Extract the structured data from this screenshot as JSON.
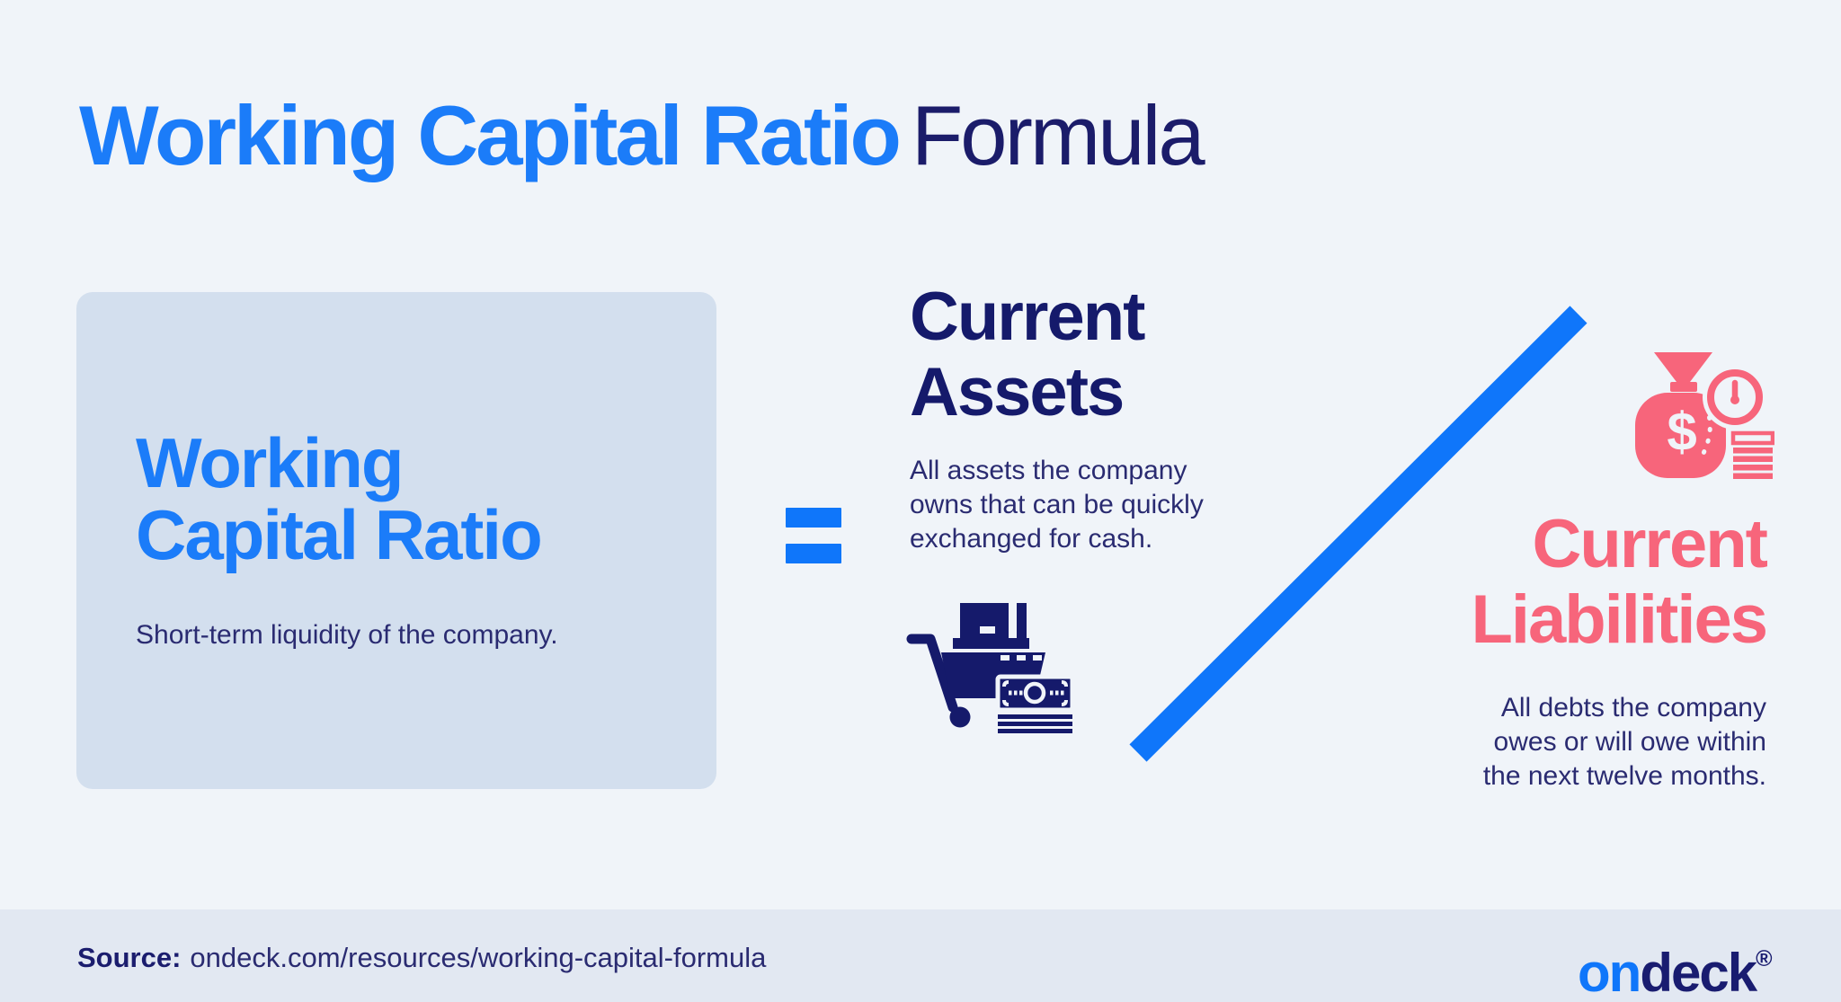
{
  "page": {
    "title_highlight": "Working Capital Ratio",
    "title_rest": "Formula"
  },
  "definition_card": {
    "heading_line1": "Working",
    "heading_line2": "Capital Ratio",
    "description": "Short-term liquidity of the company."
  },
  "formula": {
    "equals_sign": "=",
    "divide_sign": "/",
    "current_assets": {
      "heading_line1": "Current",
      "heading_line2": "Assets",
      "description_line1": "All assets the company",
      "description_line2": "owns that can be quickly",
      "description_line3": "exchanged for cash.",
      "icon": "shopping-cart-with-cash"
    },
    "current_liabilities": {
      "heading_line1": "Current",
      "heading_line2": "Liabilities",
      "description_line1": "All debts the company",
      "description_line2": "owes or will owe within",
      "description_line3": "the next twelve months.",
      "icon": "money-bag-with-clock"
    }
  },
  "footer": {
    "source_label": "Source:",
    "source_text": "ondeck.com/resources/working-capital-formula",
    "logo_prefix": "on",
    "logo_suffix": "deck",
    "registered_mark": "®"
  },
  "colors": {
    "accent_blue": "#0F76FA",
    "heading_blue": "#1B7CF9",
    "heading_navy": "#151A6B",
    "body_navy": "#2A2B71",
    "accent_pink": "#F7657B",
    "page_background": "#F0F4F9",
    "card_background": "#D3DFEE",
    "footer_background": "#E2E8F2"
  }
}
